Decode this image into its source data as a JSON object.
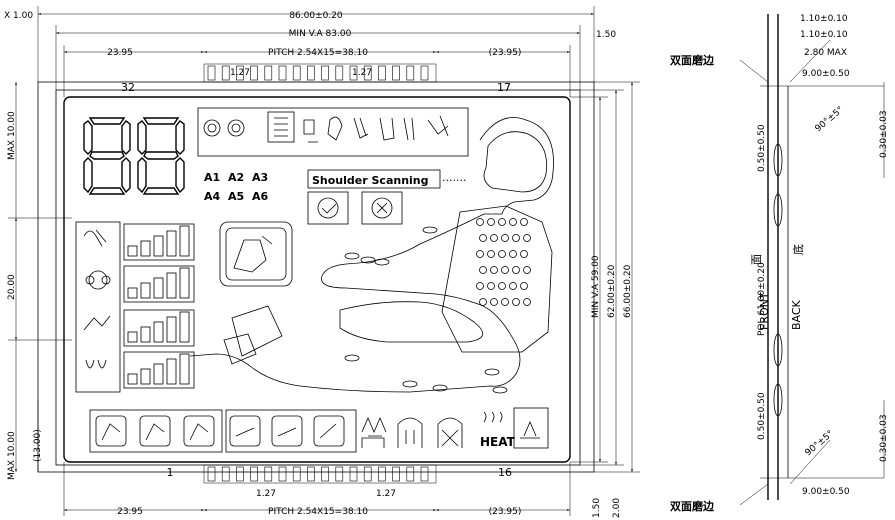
{
  "top": {
    "overall_width": "86.00±0.20",
    "va_width": "MIN V.A 83.00",
    "left_dim": "23.95",
    "pitch": "PITCH 2.54X15=38.10",
    "right_dim": "(23.95)",
    "pin_pitch_left": "1.27",
    "pin_pitch_right": "1.27",
    "pin_left_label": "32",
    "pin_right_label": "17",
    "corner_offset": "X 1.00",
    "right_offset": "1.50"
  },
  "bottom": {
    "pin_left_label": "1",
    "pin_right_label": "16",
    "left_dim": "23.95",
    "pitch": "PITCH 2.54X15=38.10",
    "right_dim": "(23.95)",
    "pin_pitch_left": "1.27",
    "pin_pitch_right": "1.27",
    "bottom_1": "1.50",
    "bottom_2": "2.00"
  },
  "left": {
    "max_top": "MAX 10.00",
    "mid": "20.00",
    "max_bottom": "MAX 10.00",
    "paren": "(13.00)"
  },
  "right": {
    "va_height": "MIN V.A 59.00",
    "height_1": "62.00±0.20",
    "height_2": "66.00±0.20"
  },
  "lcd": {
    "shoulder_scanning": "Shoulder Scanning",
    "dots": "·······",
    "a_labels": [
      "A1",
      "A2",
      "A3",
      "A4",
      "A5",
      "A6"
    ],
    "heat": "HEAT"
  },
  "side": {
    "dim_1": "1.10±0.10",
    "dim_2": "1.10±0.10",
    "dim_3": "2.80 MAX",
    "dim_4": "9.00±0.50",
    "dim_5": "9.00±0.50",
    "angle_top": "90°±5°",
    "angle_bot": "90°±5°",
    "edge_top": "0.50±0.50",
    "edge_bot": "0.50±0.50",
    "pol": "POL 61.00±0.20",
    "front": "FRONT",
    "back": "BACK",
    "face_cn": "面",
    "bottom_cn": "底",
    "r_top": "0.30±0.03",
    "r_bot": "0.30±0.03",
    "grind_top": "双面磨边",
    "grind_bot": "双面磨边"
  }
}
